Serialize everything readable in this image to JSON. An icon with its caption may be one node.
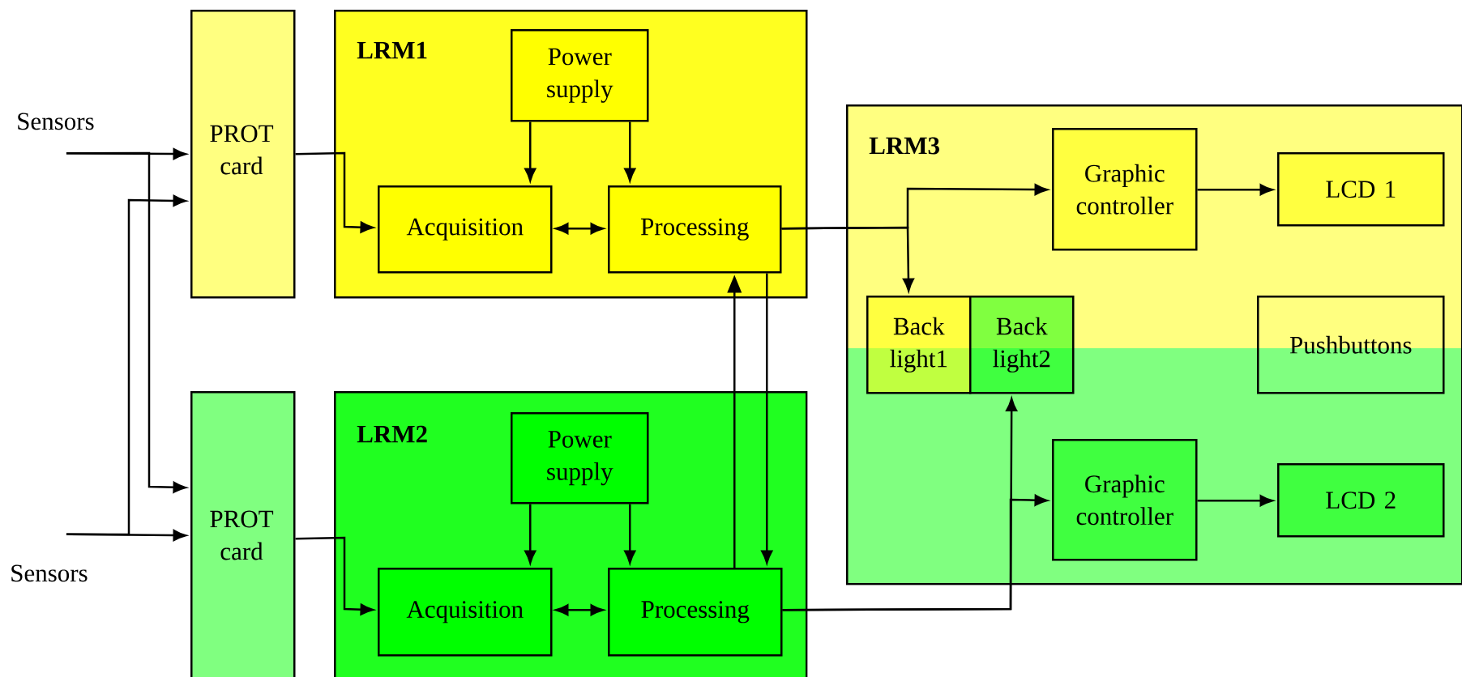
{
  "diagram": {
    "nodes": [
      {
        "text": [
          "Sensors"
        ]
      },
      {
        "text": [
          "PROT card"
        ]
      },
      {
        "text": [
          "LRM1"
        ]
      },
      {
        "text": [
          "Power supply"
        ],
        "in": 2
      },
      {
        "text": [
          "Acquisition"
        ],
        "in": 2
      },
      {
        "text": [
          "Processing"
        ],
        "in": 2
      },
      {
        "text": [
          "LRM3"
        ]
      },
      {
        "text": [
          "Graphic controller"
        ],
        "in": 6
      },
      {
        "text": [
          "LCD 1"
        ],
        "in": 6
      },
      {
        "text": [
          "Back light1"
        ],
        "in": 6
      },
      {
        "text": [
          "Back light2"
        ],
        "in": 6
      },
      {
        "text": [
          "Pushbuttons"
        ],
        "in": 6
      },
      {
        "text": [
          "Graphic controller"
        ],
        "in": 6
      },
      {
        "text": [
          "LCD 2"
        ],
        "in": 6
      },
      {
        "text": [
          "Sensors"
        ]
      },
      {
        "text": [
          "PROT card"
        ]
      },
      {
        "text": [
          "LRM2"
        ]
      },
      {
        "text": [
          "Power supply"
        ],
        "in": 16
      },
      {
        "text": [
          "Acquisition"
        ],
        "in": 16
      },
      {
        "text": [
          "Processing"
        ],
        "in": 16
      }
    ],
    "edges": [
      {
        "from": 0,
        "to": 1,
        "arrow": "to"
      },
      {
        "from": 0,
        "to": 15,
        "arrow": "to"
      },
      {
        "from": 14,
        "to": 15,
        "arrow": "to"
      },
      {
        "from": 14,
        "to": 1,
        "arrow": "to"
      },
      {
        "from": 1,
        "to": 4,
        "arrow": "to"
      },
      {
        "from": 3,
        "to": 4,
        "arrow": "to"
      },
      {
        "from": 3,
        "to": 5,
        "arrow": "to"
      },
      {
        "from": 4,
        "to": 5,
        "arrow": "both"
      },
      {
        "from": 5,
        "to": 7,
        "arrow": "to"
      },
      {
        "from": 5,
        "to": 9,
        "arrow": "to"
      },
      {
        "from": 7,
        "to": 8,
        "arrow": "to"
      },
      {
        "from": 5,
        "to": 19,
        "arrow": "to"
      },
      {
        "from": 19,
        "to": 5,
        "arrow": "to"
      },
      {
        "from": 15,
        "to": 18,
        "arrow": "to"
      },
      {
        "from": 17,
        "to": 18,
        "arrow": "to"
      },
      {
        "from": 17,
        "to": 19,
        "arrow": "to"
      },
      {
        "from": 18,
        "to": 19,
        "arrow": "both"
      },
      {
        "from": 19,
        "to": 10,
        "arrow": "to"
      },
      {
        "from": 19,
        "to": 12,
        "arrow": "to"
      },
      {
        "from": 12,
        "to": 13,
        "arrow": "to"
      }
    ]
  }
}
